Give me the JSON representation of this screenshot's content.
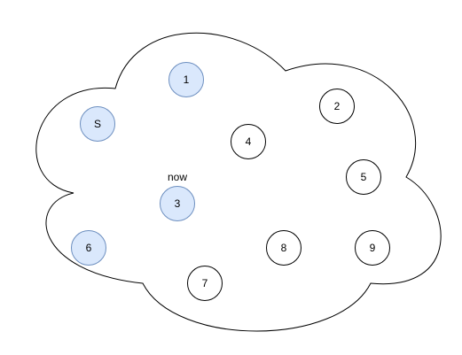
{
  "diagram": {
    "colors": {
      "highlight_fill": "#dae8fc",
      "highlight_stroke": "#6c8ebf",
      "plain_fill": "#ffffff",
      "plain_stroke": "#000000",
      "outline": "#000000"
    },
    "annotation": {
      "text": "now",
      "attached_to": "3"
    },
    "nodes": [
      {
        "id": "S",
        "label": "S",
        "highlighted": true
      },
      {
        "id": "1",
        "label": "1",
        "highlighted": true
      },
      {
        "id": "2",
        "label": "2",
        "highlighted": false
      },
      {
        "id": "3",
        "label": "3",
        "highlighted": true
      },
      {
        "id": "4",
        "label": "4",
        "highlighted": false
      },
      {
        "id": "5",
        "label": "5",
        "highlighted": false
      },
      {
        "id": "6",
        "label": "6",
        "highlighted": true
      },
      {
        "id": "7",
        "label": "7",
        "highlighted": false
      },
      {
        "id": "8",
        "label": "8",
        "highlighted": false
      },
      {
        "id": "9",
        "label": "9",
        "highlighted": false
      }
    ]
  }
}
